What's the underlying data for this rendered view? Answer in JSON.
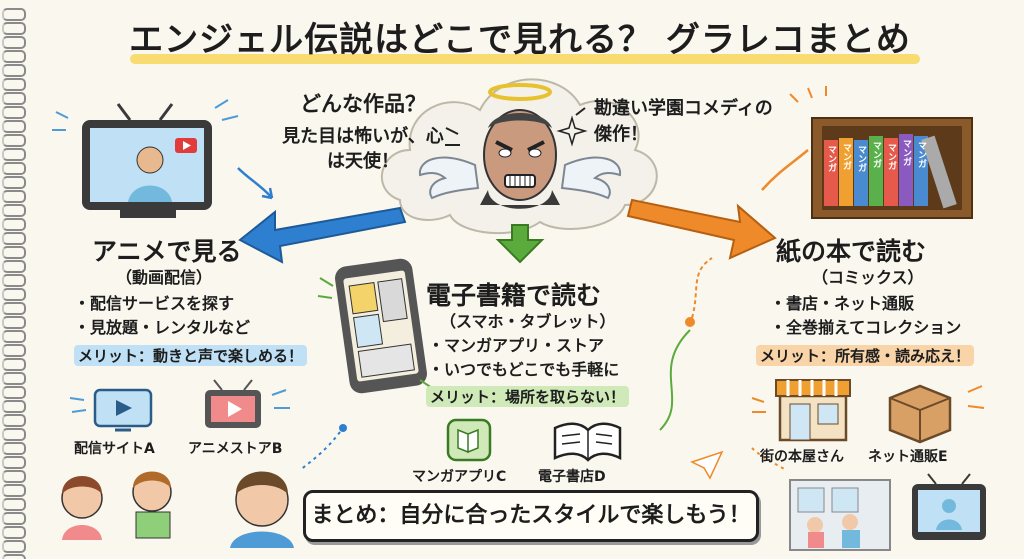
{
  "title": "エンジェル伝説はどこで見れる？ グラレコまとめ",
  "center": {
    "question": "どんな作品？",
    "description": "見た目は怖いが、心は天使！",
    "genre": "勘違い学園コメディの傑作！"
  },
  "anime": {
    "title": "アニメで見る",
    "subtitle": "（動画配信）",
    "bullets": [
      "・配信サービスを探す",
      "・見放題・レンタルなど"
    ],
    "merit": "メリット：動きと声で楽しめる！",
    "sites": [
      "配信サイトA",
      "アニメストアB"
    ]
  },
  "ebook": {
    "title": "電子書籍で読む",
    "subtitle": "（スマホ・タブレット）",
    "bullets": [
      "・マンガアプリ・ストア",
      "・いつでもどこでも手軽に"
    ],
    "merit": "メリット：場所を取らない！",
    "sites": [
      "マンガアプリC",
      "電子書店D"
    ]
  },
  "comics": {
    "title": "紙の本で読む",
    "subtitle": "（コミックス）",
    "bullets": [
      "・書店・ネット通販",
      "・全巻揃えてコレクション"
    ],
    "merit": "メリット：所有感・読み応え！",
    "sites": [
      "街の本屋さん",
      "ネット通販E"
    ],
    "book_spines": [
      "マンガ",
      "マンガ",
      "マンガ",
      "マンガ",
      "マンガ",
      "マンガ",
      "マンガ"
    ]
  },
  "summary": "まとめ：自分に合ったスタイルで楽しもう！",
  "colors": {
    "anime_arrow": "#2f7fd0",
    "ebook_arrow": "#5aab3c",
    "comics_arrow": "#ef8a2a",
    "title_highlight": "#f7d65a",
    "anime_highlight": "#bfe0f5",
    "ebook_highlight": "#cfe9b8",
    "comics_highlight": "#f8d4a8"
  }
}
